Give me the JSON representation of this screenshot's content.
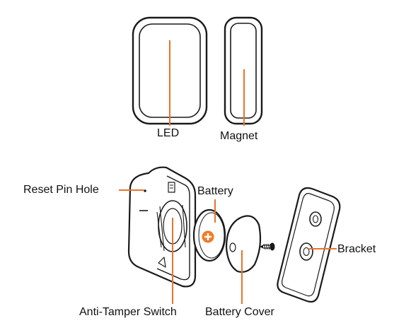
{
  "labels": {
    "led": "LED",
    "magnet": "Magnet",
    "reset_pin_hole": "Reset Pin Hole",
    "battery": "Battery",
    "bracket": "Bracket",
    "anti_tamper_switch": "Anti-Tamper Switch",
    "battery_cover": "Battery Cover"
  },
  "colors": {
    "leader": "#e8742a",
    "outline": "#1a1a1a",
    "battery_plus_badge": "#ef7b2b",
    "background": "#ffffff"
  }
}
